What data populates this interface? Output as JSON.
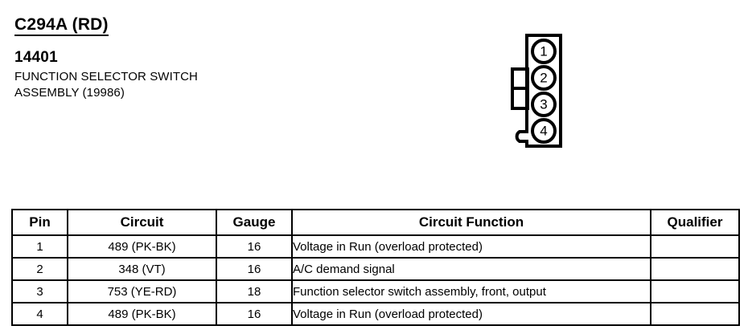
{
  "header": {
    "connector_title": "C294A (RD)",
    "part_number": "14401",
    "description_line_1": "FUNCTION SELECTOR SWITCH",
    "description_line_2": "ASSEMBLY (19986)"
  },
  "connector": {
    "name": "function-selector-switch-connector",
    "pin_count": 4,
    "pin_labels": [
      "1",
      "2",
      "3",
      "4"
    ],
    "outline_color": "#000000"
  },
  "table": {
    "columns": [
      "Pin",
      "Circuit",
      "Gauge",
      "Circuit Function",
      "Qualifier"
    ],
    "rows": [
      {
        "pin": "1",
        "circuit": "489 (PK-BK)",
        "gauge": "16",
        "function": "Voltage in Run (overload protected)",
        "qualifier": ""
      },
      {
        "pin": "2",
        "circuit": "348 (VT)",
        "gauge": "16",
        "function": "A/C demand signal",
        "qualifier": ""
      },
      {
        "pin": "3",
        "circuit": "753 (YE-RD)",
        "gauge": "18",
        "function": "Function selector switch assembly, front, output",
        "qualifier": ""
      },
      {
        "pin": "4",
        "circuit": "489 (PK-BK)",
        "gauge": "16",
        "function": "Voltage in Run (overload protected)",
        "qualifier": ""
      }
    ]
  }
}
